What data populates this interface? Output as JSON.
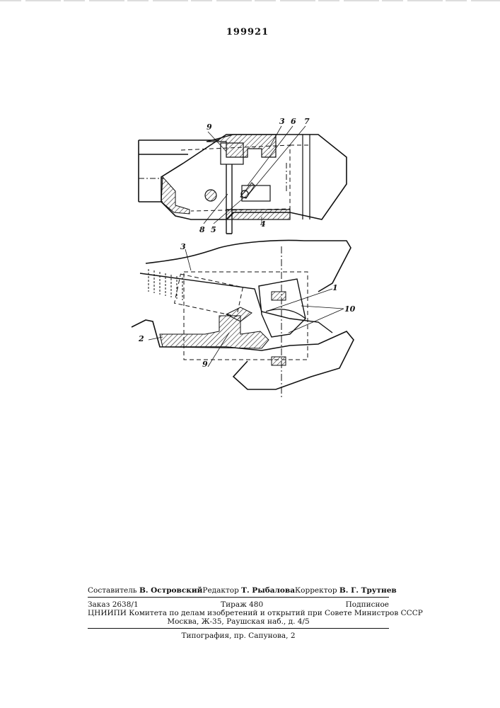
{
  "patent_number": "199921",
  "figure_labels": {
    "top_9": "9",
    "top_3": "3",
    "top_6": "6",
    "top_7": "7",
    "top_8": "8",
    "top_5": "5",
    "top_4": "4",
    "bottom_3": "3",
    "bottom_1": "1",
    "bottom_10": "10",
    "bottom_2": "2",
    "bottom_9": "9"
  },
  "footer": {
    "compiler_label": "Составитель",
    "compiler_name": "В. Островский",
    "editor_label": "Редактор",
    "editor_name": "Т. Рыбалова",
    "corrector_label": "Корректор",
    "corrector_name": "В. Г. Трутнев",
    "order": "Заказ 2638/1",
    "circulation": "Тираж 480",
    "subscription": "Подписное",
    "institute": "ЦНИИПИ Комитета по делам изобретений и открытий при Совете Министров СССР",
    "address": "Москва, Ж-35, Раушская наб., д. 4/5",
    "printing": "Типография, пр. Сапунова, 2"
  }
}
